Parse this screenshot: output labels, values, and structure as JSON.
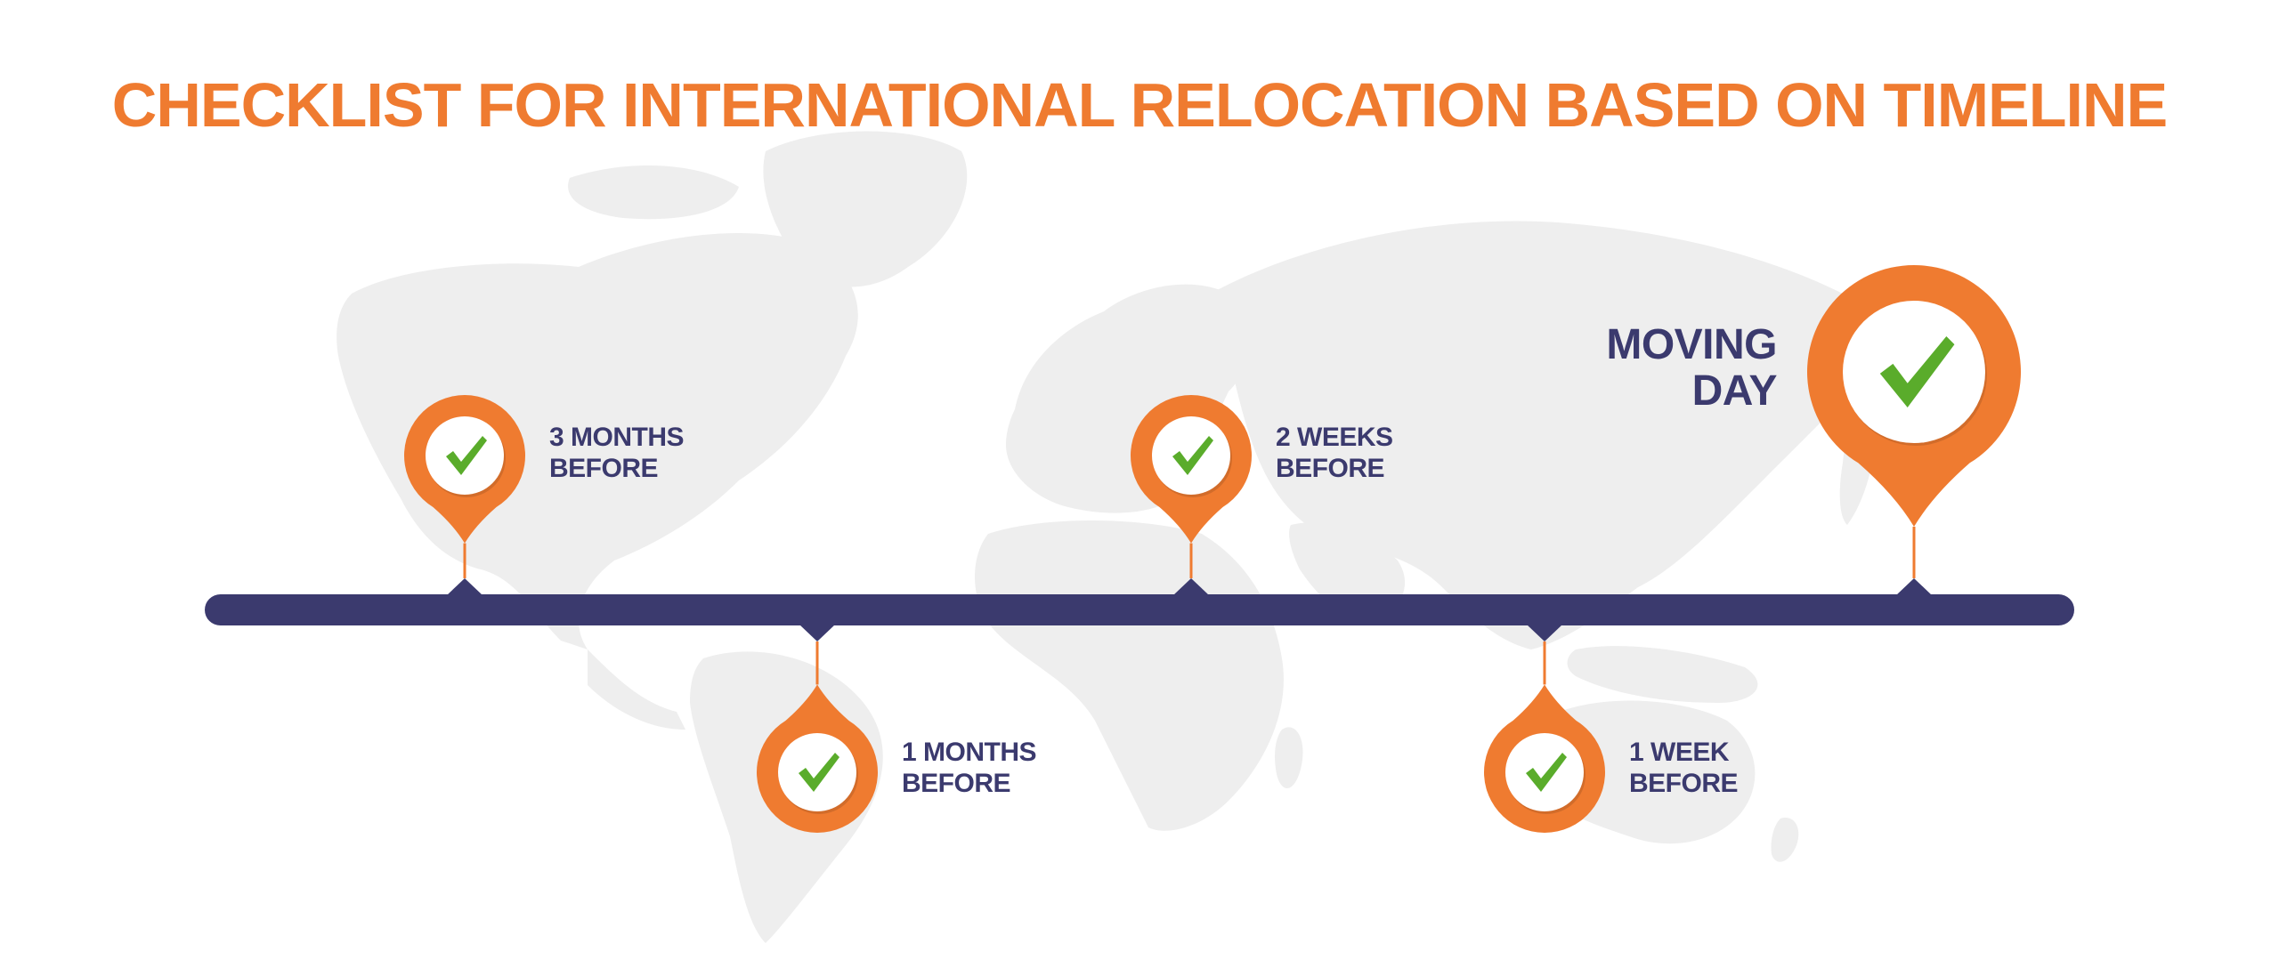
{
  "title": "CHECKLIST FOR INTERNATIONAL RELOCATION BASED ON TIMELINE",
  "colors": {
    "accent": "#ef7b30",
    "navy": "#3b3a6e",
    "check": "#5aac2b",
    "map": "#eeeeee"
  },
  "milestones": [
    {
      "line1": "3 MONTHS",
      "line2": "BEFORE",
      "position": "above"
    },
    {
      "line1": "1 MONTHS",
      "line2": "BEFORE",
      "position": "below"
    },
    {
      "line1": "2 WEEKS",
      "line2": "BEFORE",
      "position": "above"
    },
    {
      "line1": "1 WEEK",
      "line2": "BEFORE",
      "position": "below"
    },
    {
      "line1": "MOVING",
      "line2": "DAY",
      "position": "above"
    }
  ],
  "icons": {
    "background": "world-map-icon",
    "marker": "map-pin-icon",
    "check": "check-mark-icon"
  }
}
